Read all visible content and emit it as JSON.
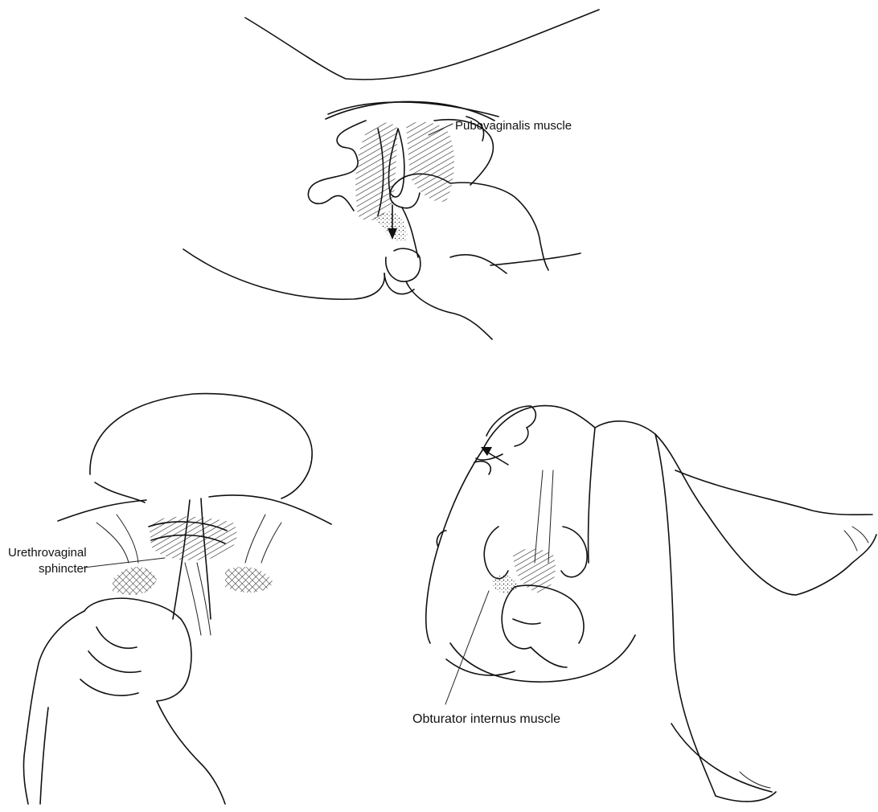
{
  "labels": {
    "pubovaginalis": "Pubovaginalis muscle",
    "urethrovaginal_line1": "Urethrovaginal",
    "urethrovaginal_line2": "sphincter",
    "obturator": "Obturator internus muscle"
  }
}
